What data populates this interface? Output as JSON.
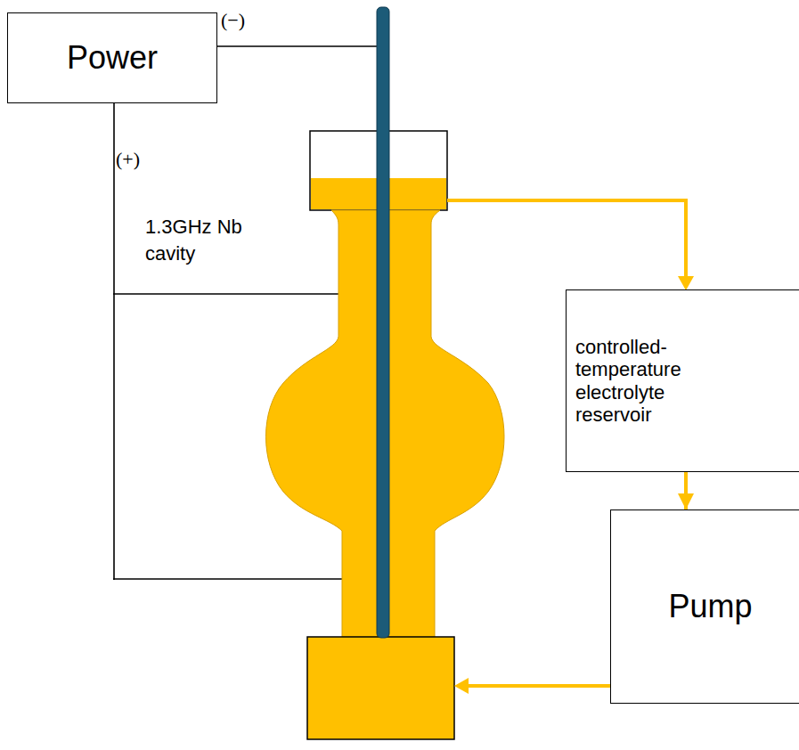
{
  "diagram": {
    "nodes": [
      {
        "text": [
          "Power"
        ]
      },
      {
        "text": [
          "controlled- temperature electrolyte reservoir"
        ]
      },
      {
        "text": [
          "Pump"
        ]
      }
    ],
    "edges": [
      {
        "from": 1,
        "to": 2,
        "arrow": "to"
      }
    ],
    "labels": [
      "(−)",
      "(+)",
      "1.3GHz Nb cavity"
    ]
  }
}
